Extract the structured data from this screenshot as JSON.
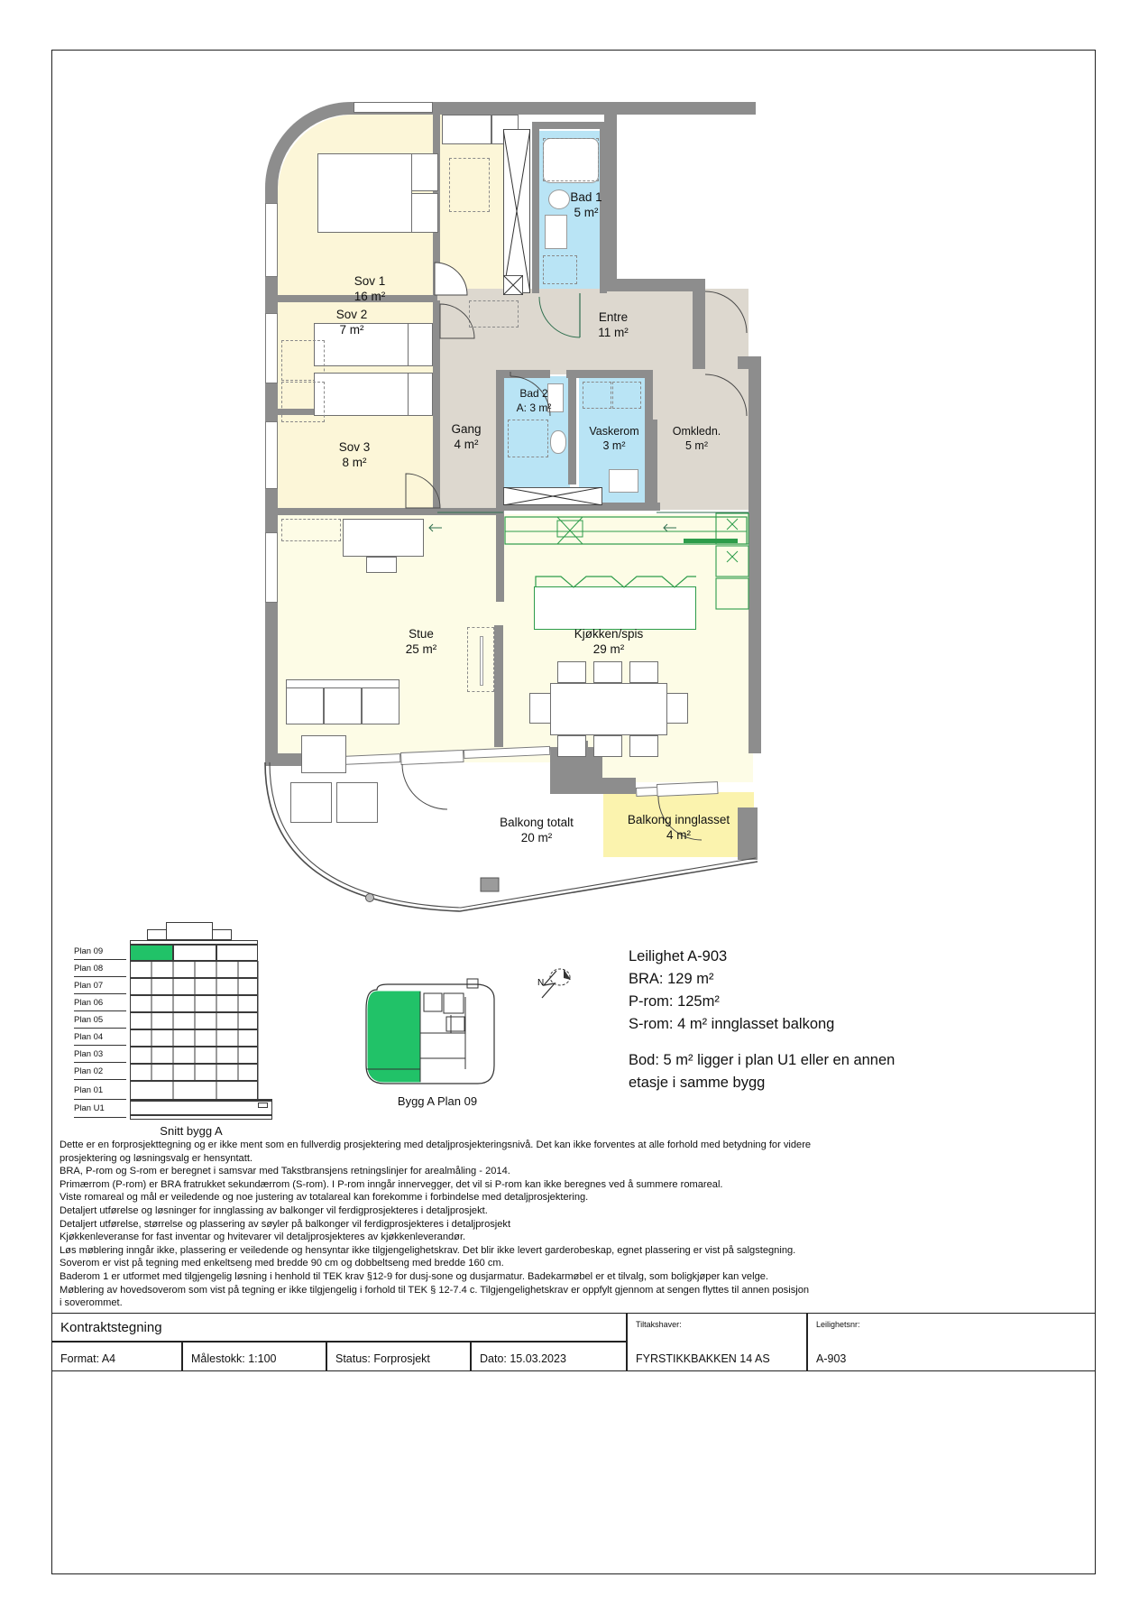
{
  "document": {
    "title": "Kontraktstegning",
    "drawing_type": "floor-plan"
  },
  "rooms": [
    {
      "id": "sov1",
      "name": "Sov 1",
      "area": "16 m²",
      "area_num": 16,
      "unit": "m²",
      "fill": "yellow"
    },
    {
      "id": "sov2",
      "name": "Sov 2",
      "area": "7 m²",
      "area_num": 7,
      "unit": "m²",
      "fill": "yellow"
    },
    {
      "id": "sov3",
      "name": "Sov 3",
      "area": "8 m²",
      "area_num": 8,
      "unit": "m²",
      "fill": "yellow"
    },
    {
      "id": "bad1",
      "name": "Bad 1",
      "area": "5 m²",
      "area_num": 5,
      "unit": "m²",
      "fill": "blue"
    },
    {
      "id": "bad2",
      "name": "Bad 2",
      "area": "A: 3 m²",
      "area_num": 3,
      "unit": "m²",
      "fill": "blue"
    },
    {
      "id": "entre",
      "name": "Entre",
      "area": "11 m²",
      "area_num": 11,
      "unit": "m²",
      "fill": "grey"
    },
    {
      "id": "gang",
      "name": "Gang",
      "area": "4 m²",
      "area_num": 4,
      "unit": "m²",
      "fill": "grey"
    },
    {
      "id": "vaskerom",
      "name": "Vaskerom",
      "area": "3 m²",
      "area_num": 3,
      "unit": "m²",
      "fill": "blue"
    },
    {
      "id": "omkledn",
      "name": "Omkledn.",
      "area": "5 m²",
      "area_num": 5,
      "unit": "m²",
      "fill": "grey"
    },
    {
      "id": "stue",
      "name": "Stue",
      "area": "25 m²",
      "area_num": 25,
      "unit": "m²",
      "fill": "cream"
    },
    {
      "id": "kjokken",
      "name": "Kjøkken/spis",
      "area": "29 m²",
      "area_num": 29,
      "unit": "m²",
      "fill": "cream"
    },
    {
      "id": "balkong_totalt",
      "name": "Balkong totalt",
      "area": "20 m²",
      "area_num": 20,
      "unit": "m²",
      "fill": "white"
    },
    {
      "id": "balkong_innglasset",
      "name": "Balkong innglasset",
      "area": "4 m²",
      "area_num": 4,
      "unit": "m²",
      "fill": "yellow"
    }
  ],
  "section_diagram": {
    "caption": "Snitt bygg A",
    "floors": [
      "Plan 09",
      "Plan 08",
      "Plan 07",
      "Plan 06",
      "Plan 05",
      "Plan 04",
      "Plan 03",
      "Plan 02",
      "Plan 01",
      "Plan U1"
    ],
    "highlighted_floor": "Plan 09",
    "highlight_color": "#21c268"
  },
  "key_plan": {
    "caption": "Bygg A Plan 09",
    "highlight_color": "#21c268"
  },
  "north_arrow": {
    "label": "N"
  },
  "apartment_info": {
    "line1": "Leilighet A-903",
    "line2": "BRA: 129 m²",
    "line3": "P-rom: 125m²",
    "line4": "S-rom: 4 m² innglasset balkong",
    "line5": "Bod: 5 m² ligger i plan U1 eller en annen",
    "line6": "etasje i samme bygg"
  },
  "notes": [
    "Dette er en forprosjekttegning og er ikke ment som en fullverdig prosjektering med detaljprosjekteringsnivå. Det kan ikke forventes at alle forhold med betydning for videre",
    "prosjektering og løsningsvalg er hensyntatt.",
    "BRA, P-rom og S-rom er beregnet i samsvar med Takstbransjens retningslinjer for arealmåling - 2014.",
    "Primærrom (P-rom) er BRA fratrukket sekundærrom (S-rom). I P-rom inngår innervegger, det vil si P-rom kan ikke beregnes ved å summere romareal.",
    "Viste romareal og mål er veiledende og noe justering av totalareal kan forekomme i forbindelse med detaljprosjektering.",
    "Detaljert utførelse og løsninger for innglassing av balkonger vil ferdigprosjekteres i detaljprosjekt.",
    "Detaljert utførelse, størrelse og plassering av søyler på balkonger vil ferdigprosjekteres i detaljprosjekt",
    "Kjøkkenleveranse for fast inventar og hvitevarer vil detaljprosjekteres av kjøkkenleverandør.",
    "Løs møblering inngår ikke, plassering er veiledende og hensyntar ikke tilgjengelighetskrav. Det blir ikke levert garderobeskap, egnet plassering er vist på salgstegning.",
    "Soverom er vist på tegning med enkeltseng med bredde 90 cm og dobbeltseng med bredde 160 cm.",
    "Baderom 1 er utformet med tilgjengelig løsning i henhold til TEK krav §12-9 for dusj-sone og dusjarmatur. Badekarmøbel er et tilvalg, som boligkjøper kan velge.",
    "Møblering av hovedsoverom som vist på tegning er ikke tilgjengelig i forhold til TEK § 12-7.4 c. Tilgjengelighetskrav er oppfylt gjennom at sengen flyttes til annen posisjon",
    "i soverommet."
  ],
  "title_block": {
    "drawing_title": "Kontraktstegning",
    "format_label": "Format: A4",
    "scale_label": "Målestokk: 1:100",
    "status_label": "Status: Forprosjekt",
    "date_label": "Dato: 15.03.2023",
    "owner_header": "Tiltakshaver:",
    "owner_value": "FYRSTIKKBAKKEN 14 AS",
    "apartment_header": "Leilighetsnr:",
    "apartment_value": "A-903"
  }
}
